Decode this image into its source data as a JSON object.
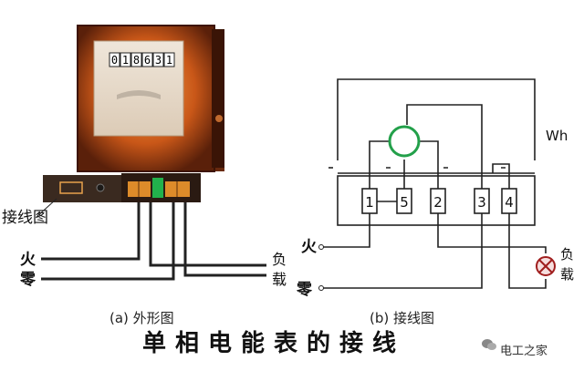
{
  "meter": {
    "digits": [
      "0",
      "1",
      "8",
      "6",
      "3",
      "1"
    ],
    "terminal_block_label": "接线图"
  },
  "left_diagram": {
    "caption": "(a) 外形图",
    "live_label": "火",
    "neutral_label": "零",
    "load_label": "负\n载"
  },
  "right_diagram": {
    "caption": "(b) 接线图",
    "unit_label": "Wh",
    "terminals": [
      "1",
      "5",
      "2",
      "3",
      "4"
    ],
    "live_label": "火",
    "neutral_label": "零",
    "load_label": "负\n载"
  },
  "title": "单相电能表的接线",
  "brand": "电工之家",
  "colors": {
    "meter_body": "#7a3312",
    "meter_glow": "#e0701a",
    "meter_face": "#e9dfd2",
    "coil": "#23a04a",
    "line": "#222222"
  }
}
